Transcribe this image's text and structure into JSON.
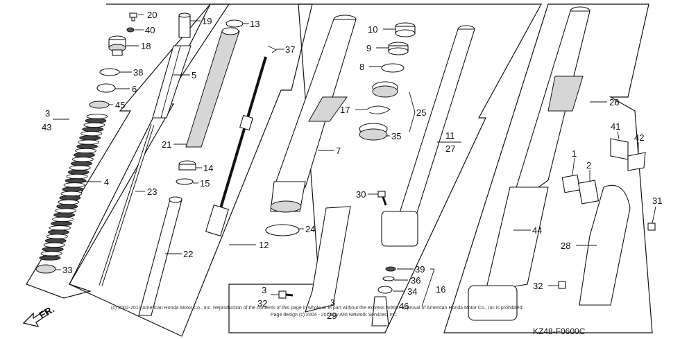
{
  "diagram_code": "KZ48-F0600C",
  "direction_label": "FR.",
  "copyright_line1": "(c) 2002-2013 American Honda Motor Co., Inc. Reproduction of the contents of this page in whole or in part without the express written approval of American Honda Motor Co., Inc is prohibited.",
  "copyright_line2": "Page design (c) 2004 - 2013 by ARI Network Services, Inc.",
  "callouts": [
    {
      "id": "c20",
      "text": "20"
    },
    {
      "id": "c40",
      "text": "40"
    },
    {
      "id": "c18",
      "text": "18"
    },
    {
      "id": "c38",
      "text": "38"
    },
    {
      "id": "c6",
      "text": "6"
    },
    {
      "id": "c45",
      "text": "45"
    },
    {
      "id": "c3a",
      "text": "3"
    },
    {
      "id": "c43",
      "text": "43"
    },
    {
      "id": "c4",
      "text": "4"
    },
    {
      "id": "c33",
      "text": "33"
    },
    {
      "id": "c19",
      "text": "19"
    },
    {
      "id": "c13",
      "text": "13"
    },
    {
      "id": "c5",
      "text": "5"
    },
    {
      "id": "c21",
      "text": "21"
    },
    {
      "id": "c14",
      "text": "14"
    },
    {
      "id": "c15",
      "text": "15"
    },
    {
      "id": "c23",
      "text": "23"
    },
    {
      "id": "c22",
      "text": "22"
    },
    {
      "id": "c37",
      "text": "37"
    },
    {
      "id": "c12",
      "text": "12"
    },
    {
      "id": "c7",
      "text": "7"
    },
    {
      "id": "c24",
      "text": "24"
    },
    {
      "id": "c10",
      "text": "10"
    },
    {
      "id": "c9",
      "text": "9"
    },
    {
      "id": "c8",
      "text": "8"
    },
    {
      "id": "c17",
      "text": "17"
    },
    {
      "id": "c25",
      "text": "25"
    },
    {
      "id": "c35",
      "text": "35"
    },
    {
      "id": "c11",
      "text": "11"
    },
    {
      "id": "c27",
      "text": "27"
    },
    {
      "id": "c30",
      "text": "30"
    },
    {
      "id": "c39",
      "text": "39"
    },
    {
      "id": "c36",
      "text": "36"
    },
    {
      "id": "c34",
      "text": "34"
    },
    {
      "id": "c16",
      "text": "16"
    },
    {
      "id": "c46",
      "text": "46"
    },
    {
      "id": "c3b",
      "text": "3"
    },
    {
      "id": "c32a",
      "text": "32"
    },
    {
      "id": "c3c",
      "text": "3"
    },
    {
      "id": "c29",
      "text": "29"
    },
    {
      "id": "c26",
      "text": "26"
    },
    {
      "id": "c41",
      "text": "41"
    },
    {
      "id": "c42",
      "text": "42"
    },
    {
      "id": "c1",
      "text": "1"
    },
    {
      "id": "c2",
      "text": "2"
    },
    {
      "id": "c31",
      "text": "31"
    },
    {
      "id": "c44",
      "text": "44"
    },
    {
      "id": "c28",
      "text": "28"
    },
    {
      "id": "c32b",
      "text": "32"
    }
  ]
}
